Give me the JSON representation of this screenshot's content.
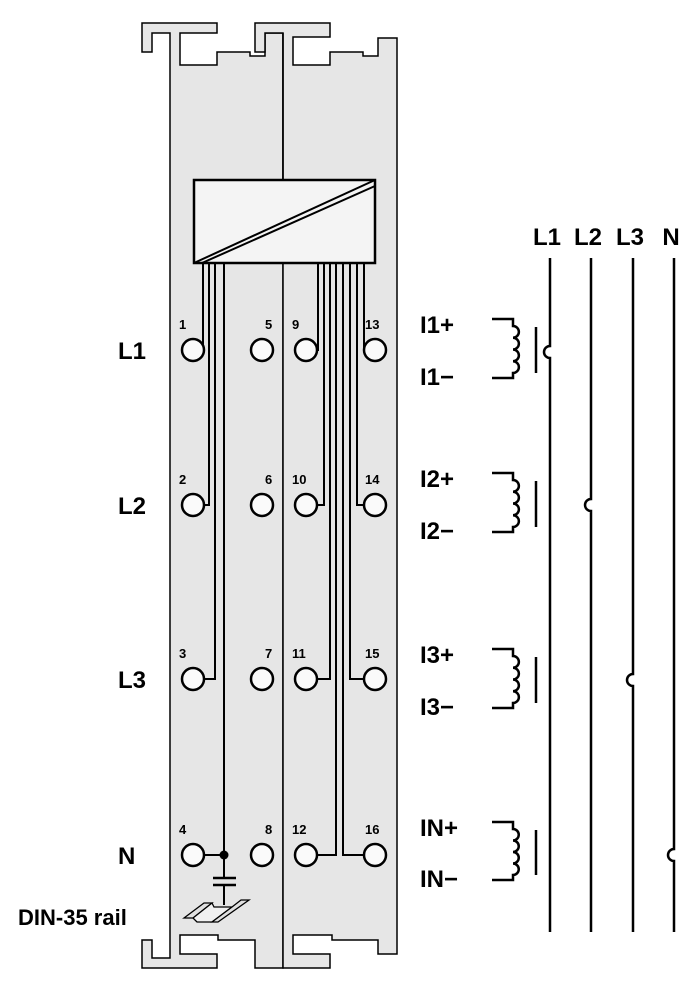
{
  "module": {
    "row_labels": [
      "L1",
      "L2",
      "L3",
      "N"
    ],
    "terminal_numbers": [
      [
        "1",
        "5",
        "9",
        "13"
      ],
      [
        "2",
        "6",
        "10",
        "14"
      ],
      [
        "3",
        "7",
        "11",
        "15"
      ],
      [
        "4",
        "8",
        "12",
        "16"
      ]
    ],
    "rail_label": "DIN-35 rail"
  },
  "current_inputs": [
    {
      "plus": "I1+",
      "minus": "I1−"
    },
    {
      "plus": "I2+",
      "minus": "I2−"
    },
    {
      "plus": "I3+",
      "minus": "I3−"
    },
    {
      "plus": "IN+",
      "minus": "IN−"
    }
  ],
  "bus_lines": [
    "L1",
    "L2",
    "L3",
    "N"
  ],
  "colors": {
    "housing": "#e6e6e6",
    "converter": "#f4f4f4",
    "line": "#000000"
  }
}
